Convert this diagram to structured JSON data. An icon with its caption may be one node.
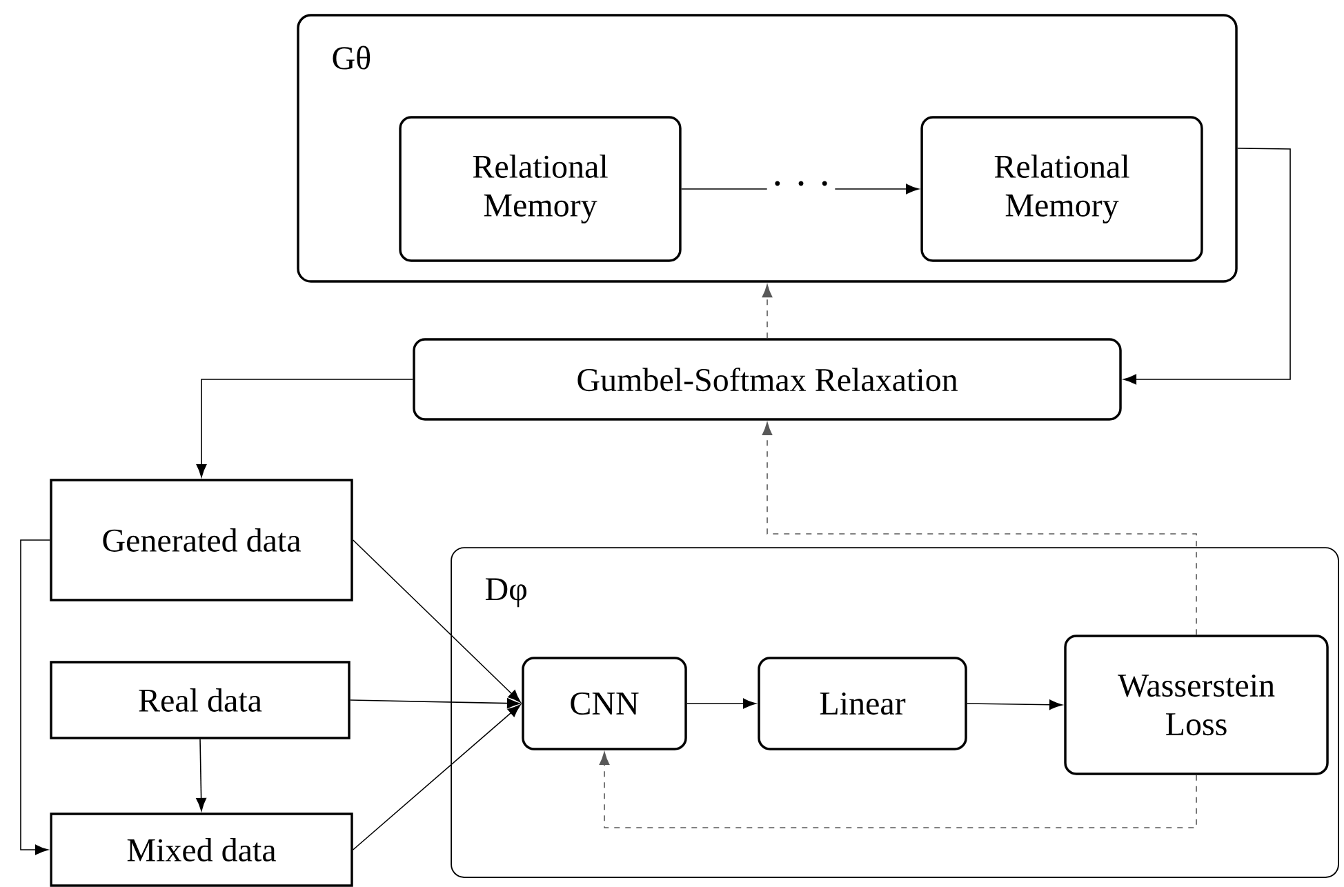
{
  "diagram": {
    "nodes": [
      {
        "text": [
          "Gθ"
        ]
      },
      {
        "text": [
          "Relational Memory"
        ],
        "in": 0
      },
      {
        "text": [
          "Relational Memory"
        ],
        "in": 0
      },
      {
        "text": [
          "Gumbel-Softmax Relaxation"
        ]
      },
      {
        "text": [
          "Generated data"
        ]
      },
      {
        "text": [
          "Real data"
        ]
      },
      {
        "text": [
          "Mixed data"
        ]
      },
      {
        "text": [
          "Dφ"
        ]
      },
      {
        "text": [
          "CNN"
        ],
        "in": 7
      },
      {
        "text": [
          "Linear"
        ],
        "in": 7
      },
      {
        "text": [
          "Wasserstein Loss"
        ],
        "in": 7
      }
    ],
    "edges": [
      {
        "from": 1,
        "to": 2,
        "arrow": "to",
        "label": "· · ·"
      },
      {
        "from": 0,
        "to": 3,
        "arrow": "to"
      },
      {
        "from": 3,
        "to": 0,
        "arrow": "to",
        "style": "dashed"
      },
      {
        "from": 3,
        "to": 4,
        "arrow": "to"
      },
      {
        "from": 4,
        "to": 6,
        "arrow": "to"
      },
      {
        "from": 5,
        "to": 6,
        "arrow": "to"
      },
      {
        "from": 4,
        "to": 8,
        "arrow": "to"
      },
      {
        "from": 5,
        "to": 8,
        "arrow": "to"
      },
      {
        "from": 6,
        "to": 8,
        "arrow": "to"
      },
      {
        "from": 8,
        "to": 9,
        "arrow": "to"
      },
      {
        "from": 9,
        "to": 10,
        "arrow": "to"
      },
      {
        "from": 10,
        "to": 3,
        "arrow": "to",
        "style": "dashed"
      },
      {
        "from": 10,
        "to": 8,
        "arrow": "to",
        "style": "dashed"
      }
    ]
  }
}
